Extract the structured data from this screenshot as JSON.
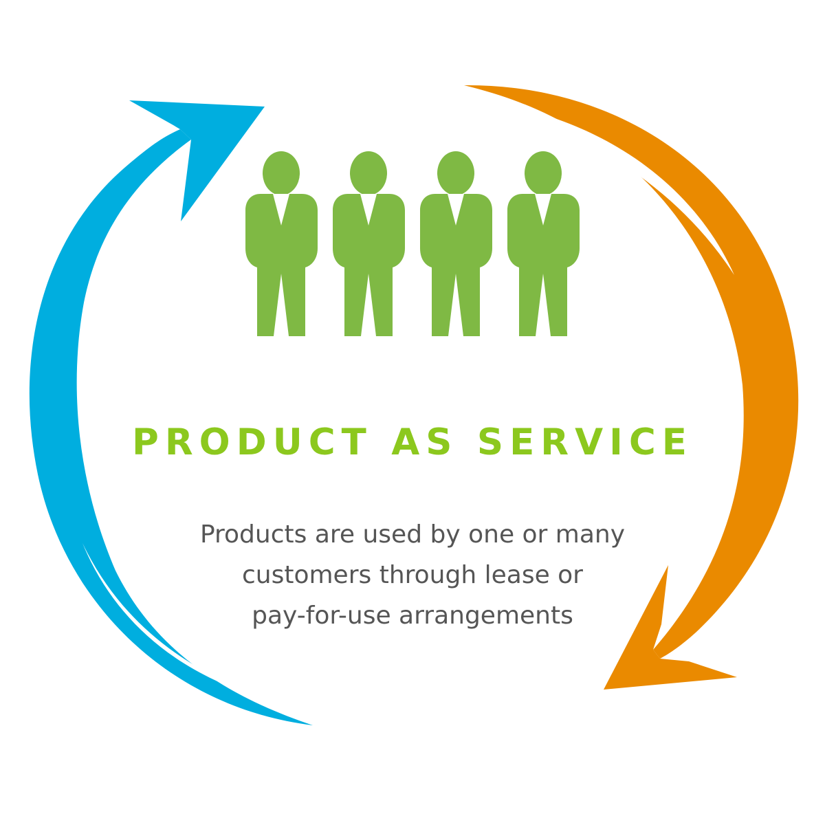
{
  "title": "PRODUCT AS SERVICE",
  "description": {
    "lines": [
      "Products are used by one or many",
      "customers through lease or",
      "pay-for-use arrangements"
    ]
  },
  "people_count": 4,
  "colors": {
    "people": "#7FB944",
    "title": "#8CC81E",
    "description": "#555555",
    "left_arrow": "#00AEDF",
    "right_arrow": "#EA8A00"
  },
  "icons": {
    "people": "business-person-icon",
    "left_arrow": "circular-arrow-up-icon",
    "right_arrow": "circular-arrow-down-icon"
  }
}
